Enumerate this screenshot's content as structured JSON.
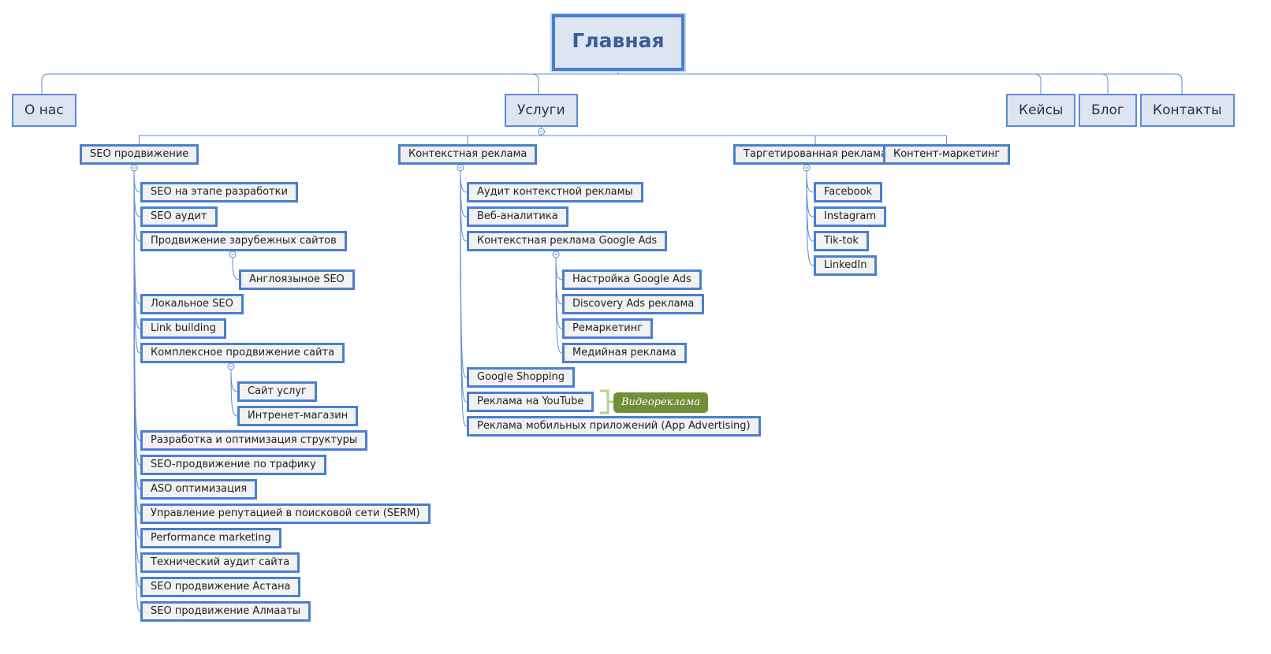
{
  "colors": {
    "line": "#5b8bd6",
    "tag_bg": "#6f8f3a",
    "root_text": "#3b5f96"
  },
  "root": {
    "id": "root",
    "label": "Главная"
  },
  "level1": [
    {
      "id": "about",
      "label": "О нас"
    },
    {
      "id": "services",
      "label": "Услуги",
      "collapse": "⊖"
    },
    {
      "id": "cases",
      "label": "Кейсы"
    },
    {
      "id": "blog",
      "label": "Блог"
    },
    {
      "id": "contacts",
      "label": "Контакты"
    }
  ],
  "services": [
    {
      "id": "seo",
      "label": "SEO продвижение",
      "collapse": "⊖",
      "children": [
        {
          "id": "seo-dev",
          "label": "SEO на этапе разработки"
        },
        {
          "id": "seo-audit",
          "label": "SEO аудит"
        },
        {
          "id": "seo-foreign",
          "label": "Продвижение зарубежных сайтов",
          "collapse": "⊖",
          "children": [
            {
              "id": "seo-en",
              "label": "Англоязыное SEO"
            }
          ]
        },
        {
          "id": "seo-local",
          "label": "Локальное SEO"
        },
        {
          "id": "seo-links",
          "label": "Link building"
        },
        {
          "id": "seo-complex",
          "label": "Комплексное продвижение сайта",
          "collapse": "⊖",
          "children": [
            {
              "id": "seo-services-site",
              "label": "Сайт услуг"
            },
            {
              "id": "seo-shop",
              "label": "Интренет-магазин"
            }
          ]
        },
        {
          "id": "seo-structure",
          "label": "Разработка и оптимизация структуры"
        },
        {
          "id": "seo-traffic",
          "label": "SEO-продвижение по трафику"
        },
        {
          "id": "seo-aso",
          "label": "ASO оптимизация"
        },
        {
          "id": "seo-serm",
          "label": "Управление репутацией в поисковой сети (SERM)"
        },
        {
          "id": "seo-performance",
          "label": "Performance marketing"
        },
        {
          "id": "seo-tech-audit",
          "label": "Технический аудит сайта"
        },
        {
          "id": "seo-astana",
          "label": "SEO продвижение Астана"
        },
        {
          "id": "seo-almaty",
          "label": "SEO продвижение Алмааты"
        }
      ]
    },
    {
      "id": "ppc",
      "label": "Контекстная реклама",
      "collapse": "⊖",
      "children": [
        {
          "id": "ppc-audit",
          "label": "Аудит контекстной рекламы"
        },
        {
          "id": "ppc-analytics",
          "label": "Веб-аналитика"
        },
        {
          "id": "ppc-google",
          "label": "Контекстная реклама Google Ads",
          "collapse": "⊖",
          "children": [
            {
              "id": "ppc-setup",
              "label": "Настройка Google Ads"
            },
            {
              "id": "ppc-discovery",
              "label": "Discovery Ads реклама"
            },
            {
              "id": "ppc-remarketing",
              "label": "Ремаркетинг"
            },
            {
              "id": "ppc-media",
              "label": "Медийная реклама"
            }
          ]
        },
        {
          "id": "ppc-shopping",
          "label": "Google Shopping"
        },
        {
          "id": "ppc-youtube",
          "label": "Реклама на YouTube",
          "tag": "Видеореклама"
        },
        {
          "id": "ppc-app",
          "label": "Реклама мобильных приложений (App Advertising)"
        }
      ]
    },
    {
      "id": "smm",
      "label": "Таргетированная реклама",
      "collapse": "⊖",
      "children": [
        {
          "id": "smm-facebook",
          "label": "Facebook"
        },
        {
          "id": "smm-instagram",
          "label": "Instagram"
        },
        {
          "id": "smm-tiktok",
          "label": "Tik-tok"
        },
        {
          "id": "smm-linkedin",
          "label": "LinkedIn"
        }
      ]
    },
    {
      "id": "content",
      "label": "Контент-маркетинг"
    }
  ]
}
